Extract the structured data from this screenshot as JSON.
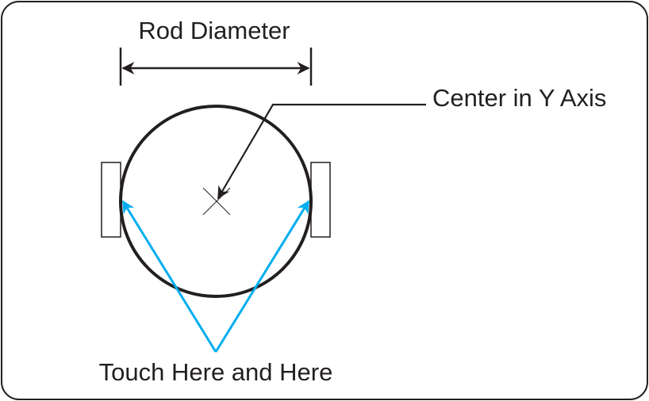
{
  "labels": {
    "rod_diameter": "Rod Diameter",
    "center_y_axis": "Center in Y Axis",
    "touch_points": "Touch Here and Here"
  },
  "colors": {
    "outline": "#231f20",
    "touch_arrows": "#00aeef",
    "background": "#ffffff",
    "frame": "#231f20"
  }
}
